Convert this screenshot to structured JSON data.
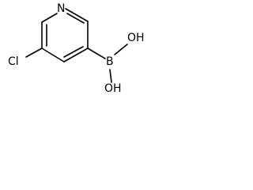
{
  "structure": {
    "atoms": {
      "ring_nitrogen": "N",
      "chlorine": "Cl",
      "boron": "B",
      "hydroxyl_top": "OH",
      "hydroxyl_bottom": "OH"
    },
    "colors": {
      "bond": "#000000",
      "label": "#000000",
      "background": "#ffffff"
    }
  }
}
